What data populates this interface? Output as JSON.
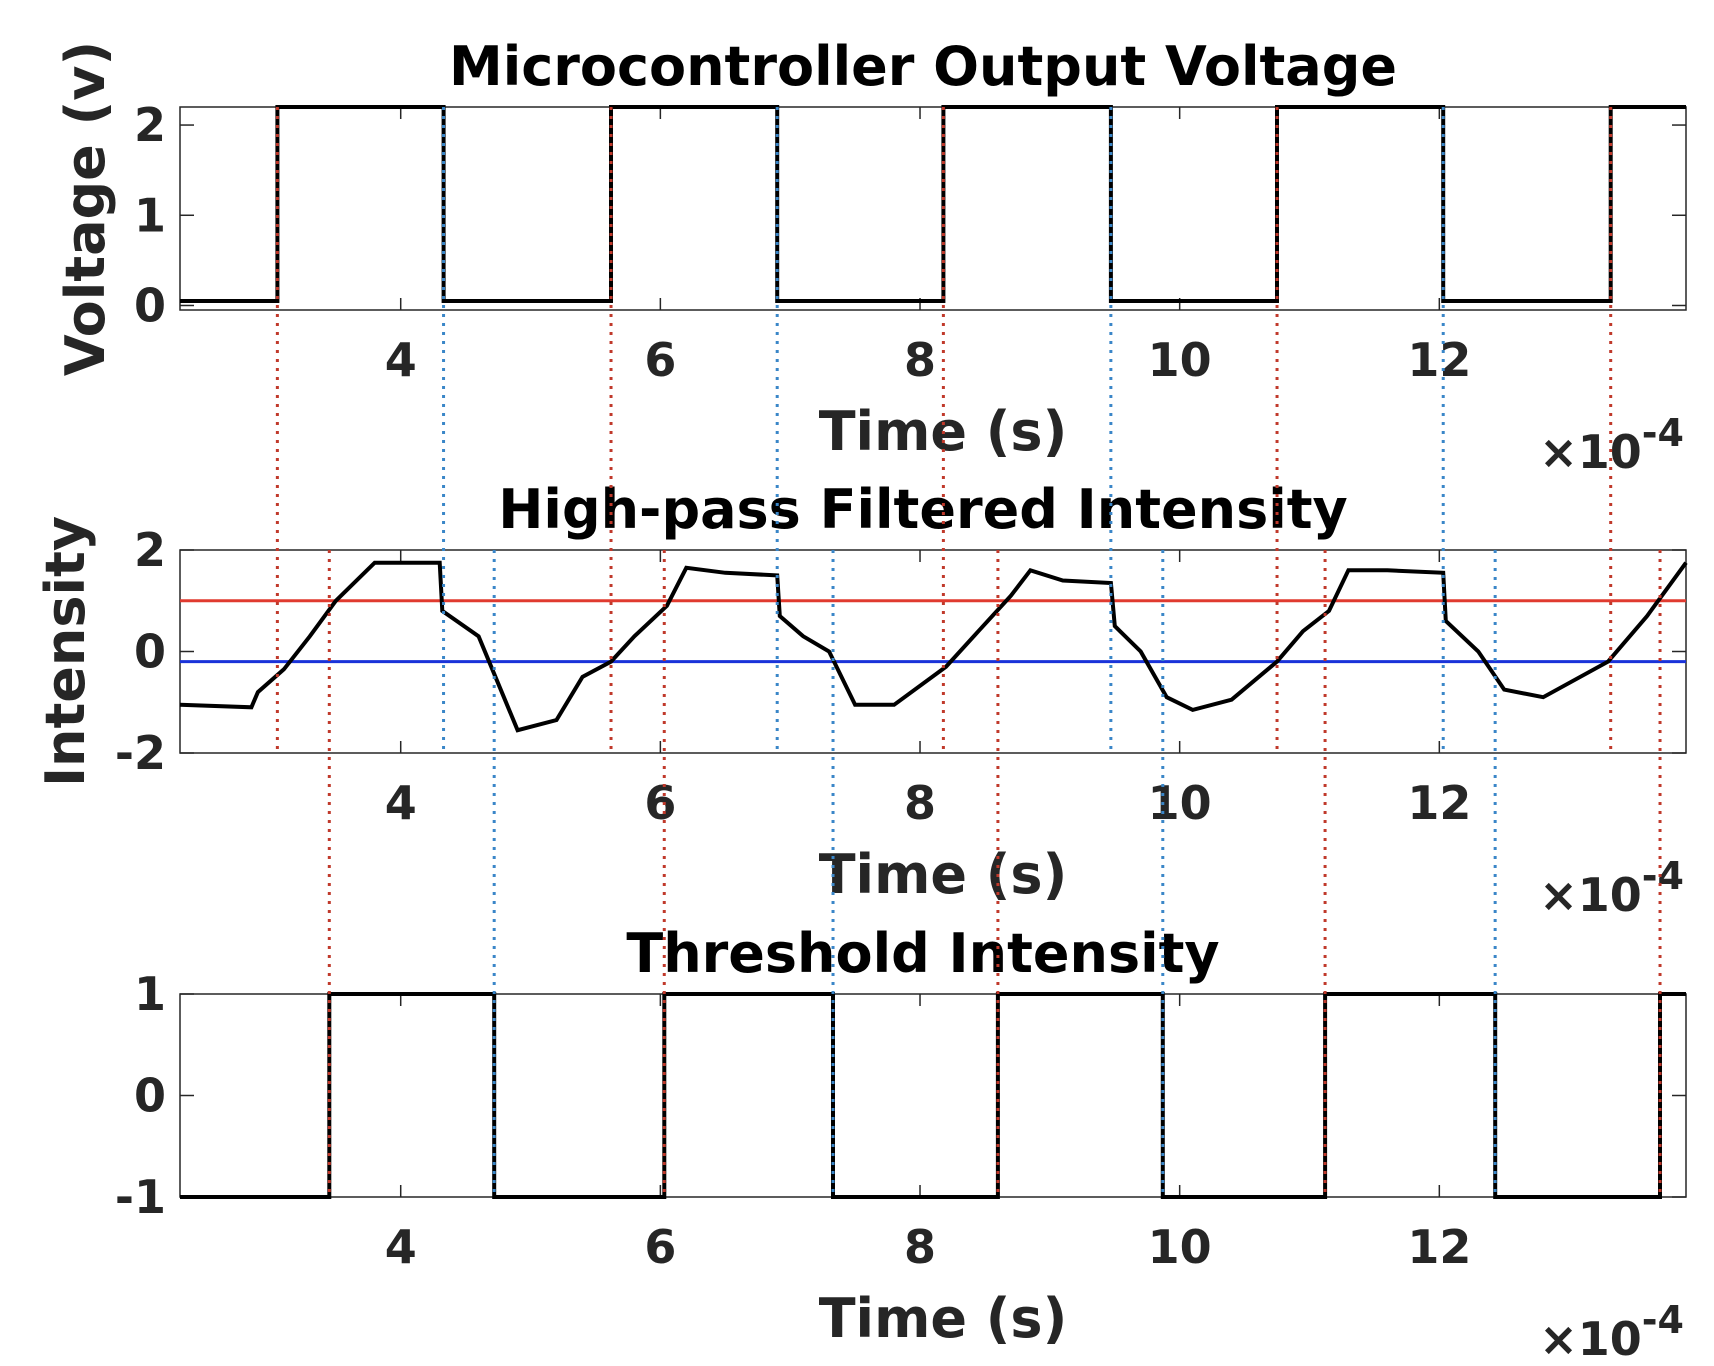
{
  "chart_data": [
    {
      "type": "line",
      "title": "Microcontroller Output Voltage",
      "xlabel": "Time (s)",
      "ylabel": "Voltage (v)",
      "x_multiplier": "×10",
      "x_exponent": "-4",
      "xlim": [
        2.3,
        13.9
      ],
      "ylim": [
        -0.05,
        2.2
      ],
      "xticks": [
        4,
        6,
        8,
        10,
        12
      ],
      "yticks": [
        0,
        1,
        2
      ],
      "series": [
        {
          "color": "#000000",
          "x": [
            2.3,
            3.05,
            3.05,
            4.33,
            4.33,
            5.62,
            5.62,
            6.9,
            6.9,
            8.18,
            8.18,
            9.47,
            9.47,
            10.75,
            10.75,
            12.03,
            12.03,
            13.32,
            13.32,
            13.9
          ],
          "y": [
            0.05,
            0.05,
            2.2,
            2.2,
            0.05,
            0.05,
            2.2,
            2.2,
            0.05,
            0.05,
            2.2,
            2.2,
            0.05,
            0.05,
            2.2,
            2.2,
            0.05,
            0.05,
            2.2,
            2.2
          ]
        }
      ]
    },
    {
      "type": "line",
      "title": "High-pass Filtered Intensity",
      "xlabel": "Time (s)",
      "ylabel": "Intensity",
      "x_multiplier": "×10",
      "x_exponent": "-4",
      "xlim": [
        2.3,
        13.9
      ],
      "ylim": [
        -2,
        2
      ],
      "xticks": [
        4,
        6,
        8,
        10,
        12
      ],
      "yticks": [
        -2,
        0,
        2
      ],
      "hlines": [
        {
          "y": 1.0,
          "color": "#e03a2f"
        },
        {
          "y": -0.2,
          "color": "#1a33d9"
        }
      ],
      "series": [
        {
          "color": "#000000",
          "x": [
            2.3,
            2.85,
            2.9,
            3.1,
            3.3,
            3.5,
            3.8,
            4.3,
            4.32,
            4.6,
            4.9,
            5.2,
            5.4,
            5.62,
            5.8,
            6.05,
            6.2,
            6.5,
            6.9,
            6.92,
            7.1,
            7.3,
            7.5,
            7.8,
            8.2,
            8.45,
            8.7,
            8.85,
            9.1,
            9.47,
            9.5,
            9.7,
            9.9,
            10.1,
            10.4,
            10.75,
            10.95,
            11.15,
            11.3,
            11.6,
            12.03,
            12.05,
            12.3,
            12.5,
            12.8,
            13.3,
            13.6,
            13.9
          ],
          "y": [
            -1.05,
            -1.1,
            -0.8,
            -0.35,
            0.3,
            1.0,
            1.75,
            1.75,
            0.8,
            0.3,
            -1.55,
            -1.35,
            -0.5,
            -0.2,
            0.3,
            0.9,
            1.65,
            1.55,
            1.5,
            0.7,
            0.3,
            0.0,
            -1.05,
            -1.05,
            -0.3,
            0.4,
            1.1,
            1.6,
            1.4,
            1.35,
            0.5,
            0.0,
            -0.9,
            -1.15,
            -0.95,
            -0.2,
            0.4,
            0.8,
            1.6,
            1.6,
            1.55,
            0.6,
            0.0,
            -0.75,
            -0.9,
            -0.2,
            0.7,
            1.75
          ]
        }
      ]
    },
    {
      "type": "line",
      "title": "Threshold Intensity",
      "xlabel": "Time (s)",
      "ylabel": "",
      "x_multiplier": "×10",
      "x_exponent": "-4",
      "xlim": [
        2.3,
        13.9
      ],
      "ylim": [
        -1,
        1
      ],
      "xticks": [
        4,
        6,
        8,
        10,
        12
      ],
      "yticks": [
        -1,
        0,
        1
      ],
      "series": [
        {
          "color": "#000000",
          "x": [
            2.3,
            3.45,
            3.45,
            4.72,
            4.72,
            6.03,
            6.03,
            7.33,
            7.33,
            8.6,
            8.6,
            9.87,
            9.87,
            11.12,
            11.12,
            12.43,
            12.43,
            13.7,
            13.7,
            13.9
          ],
          "y": [
            -1,
            -1,
            1,
            1,
            -1,
            -1,
            1,
            1,
            -1,
            -1,
            1,
            1,
            -1,
            -1,
            1,
            1,
            -1,
            -1,
            1,
            1
          ]
        }
      ]
    }
  ],
  "connectors": {
    "red_color": "#c0392b",
    "blue_color": "#3a86c8",
    "top_to_mid": [
      {
        "x": 3.05,
        "color": "red"
      },
      {
        "x": 4.33,
        "color": "blue"
      },
      {
        "x": 5.62,
        "color": "red"
      },
      {
        "x": 6.9,
        "color": "blue"
      },
      {
        "x": 8.18,
        "color": "red"
      },
      {
        "x": 9.47,
        "color": "blue"
      },
      {
        "x": 10.75,
        "color": "red"
      },
      {
        "x": 12.03,
        "color": "blue"
      },
      {
        "x": 13.32,
        "color": "red"
      }
    ],
    "mid_to_bottom": [
      {
        "x": 3.45,
        "color": "red"
      },
      {
        "x": 4.72,
        "color": "blue"
      },
      {
        "x": 6.03,
        "color": "red"
      },
      {
        "x": 7.33,
        "color": "blue"
      },
      {
        "x": 8.6,
        "color": "red"
      },
      {
        "x": 9.87,
        "color": "blue"
      },
      {
        "x": 11.12,
        "color": "red"
      },
      {
        "x": 12.43,
        "color": "blue"
      },
      {
        "x": 13.7,
        "color": "red"
      }
    ]
  }
}
